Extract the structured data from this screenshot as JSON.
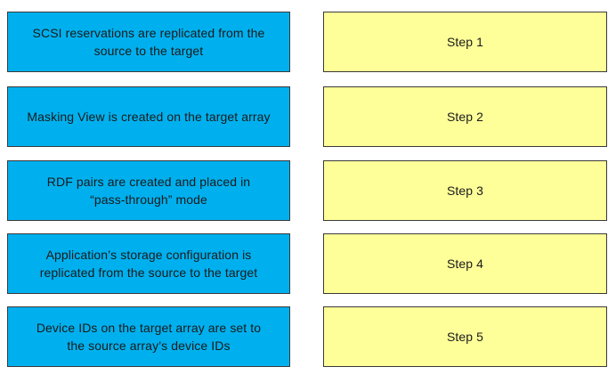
{
  "colors": {
    "action_box": "#00b0ee",
    "step_box": "#ffff99",
    "border": "#3a3a3a",
    "text": "#1a1a1a"
  },
  "actions": [
    {
      "line1": "SCSI reservations are replicated from the",
      "line2": "source to the target"
    },
    {
      "line1": "Masking View is created on the target array",
      "line2": ""
    },
    {
      "line1": "RDF pairs are created and placed in",
      "line2": "“pass-through” mode"
    },
    {
      "line1": "Application’s storage configuration is",
      "line2": "replicated from the source to the target"
    },
    {
      "line1": "Device IDs on the target array are set to",
      "line2": "the source array’s device IDs"
    }
  ],
  "steps": [
    {
      "label": "Step 1"
    },
    {
      "label": "Step 2"
    },
    {
      "label": "Step 3"
    },
    {
      "label": "Step 4"
    },
    {
      "label": "Step 5"
    }
  ]
}
